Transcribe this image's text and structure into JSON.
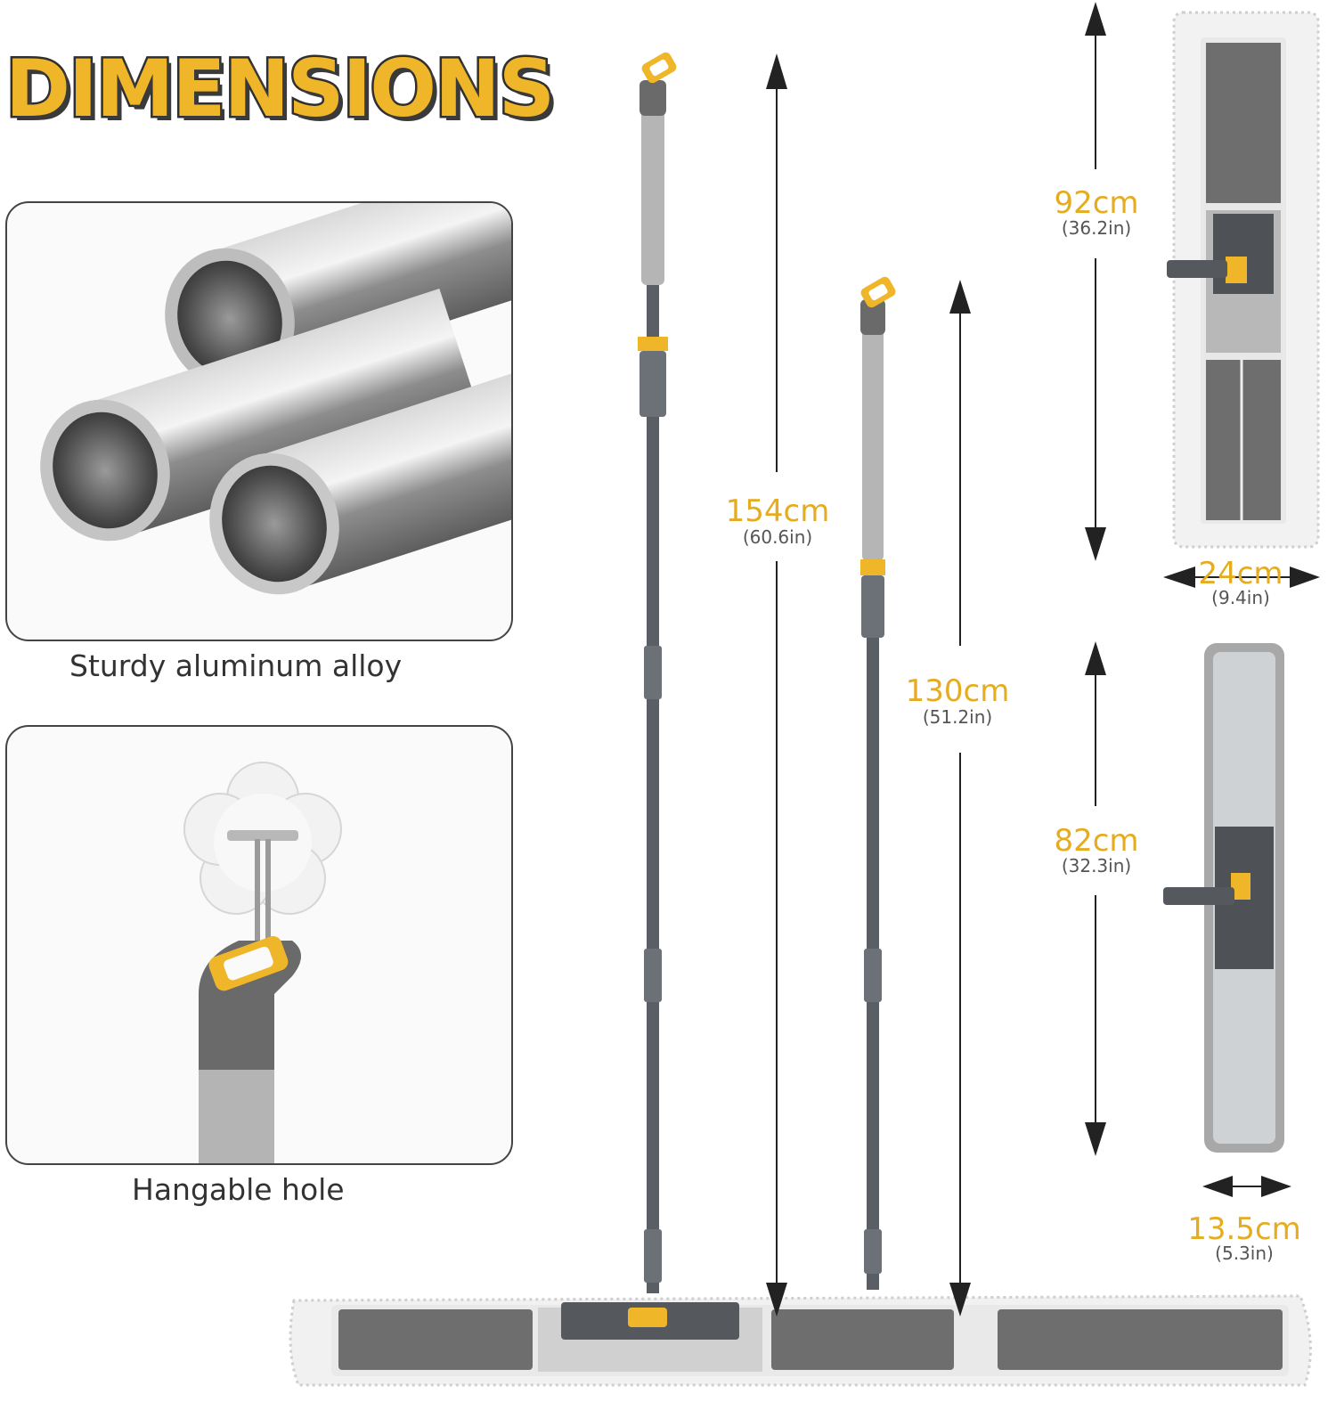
{
  "title": "DIMENSIONS",
  "panels": {
    "tubes_caption": "Sturdy aluminum alloy",
    "hook_caption": "Hangable hole"
  },
  "dimensions": {
    "long_pole": {
      "metric": "154cm",
      "imperial": "(60.6in)"
    },
    "short_pole": {
      "metric": "130cm",
      "imperial": "(51.2in)"
    },
    "dust_pad_length": {
      "metric": "92cm",
      "imperial": "(36.2in)"
    },
    "dust_pad_width": {
      "metric": "24cm",
      "imperial": "(9.4in)"
    },
    "frame_length": {
      "metric": "82cm",
      "imperial": "(32.3in)"
    },
    "frame_width": {
      "metric": "13.5cm",
      "imperial": "(5.3in)"
    }
  },
  "colors": {
    "accent_yellow": "#f0b62a",
    "handle_gray": "#a9a9a9",
    "pole_dark": "#5a5f66",
    "pad_gray": "#6e6e6e"
  }
}
